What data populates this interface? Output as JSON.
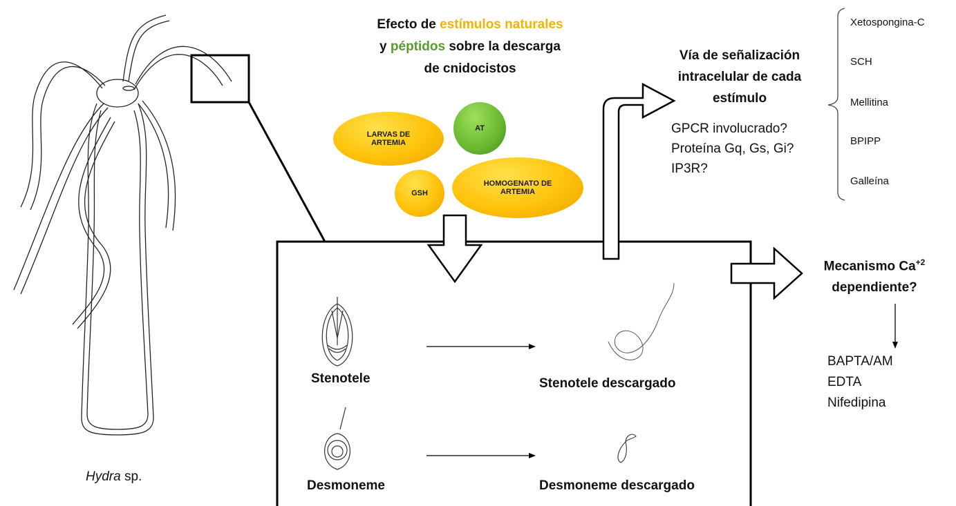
{
  "title": {
    "part1": "Efecto de ",
    "highlight1": "estímulos naturales",
    "part2_line2_start": "y ",
    "highlight2": "péptidos",
    "part2_line2_end": " sobre la descarga",
    "line3": "de cnidocistos"
  },
  "stimuli": {
    "larvas": "LARVAS DE ARTEMIA",
    "at": "AT",
    "gsh": "GSH",
    "homogenato": "HOMOGENATO DE ARTEMIA"
  },
  "signaling": {
    "title_lines": [
      "Vía de señalización",
      "intracelular de cada",
      "estímulo"
    ],
    "questions": [
      "GPCR involucrado?",
      "Proteína Gq, Gs, Gi?",
      "IP3R?"
    ],
    "inhibitors": [
      "Xetospongina-C",
      "SCH",
      "Mellitina",
      "BPIPP",
      "Galleína"
    ]
  },
  "calcium": {
    "title_line1": "Mecanismo Ca",
    "superscript": "+2",
    "title_line2": "dependiente?",
    "blockers": [
      "BAPTA/AM",
      "EDTA",
      "Nifedipina"
    ]
  },
  "cnidocysts": {
    "stenotele": "Stenotele",
    "stenotele_discharged": "Stenotele descargado",
    "desmoneme": "Desmoneme",
    "desmoneme_discharged": "Desmoneme descargado"
  },
  "organism": {
    "genus": "Hydra",
    "suffix": " sp."
  },
  "colors": {
    "natural": "#f0b400",
    "peptide": "#5a9a2a"
  }
}
